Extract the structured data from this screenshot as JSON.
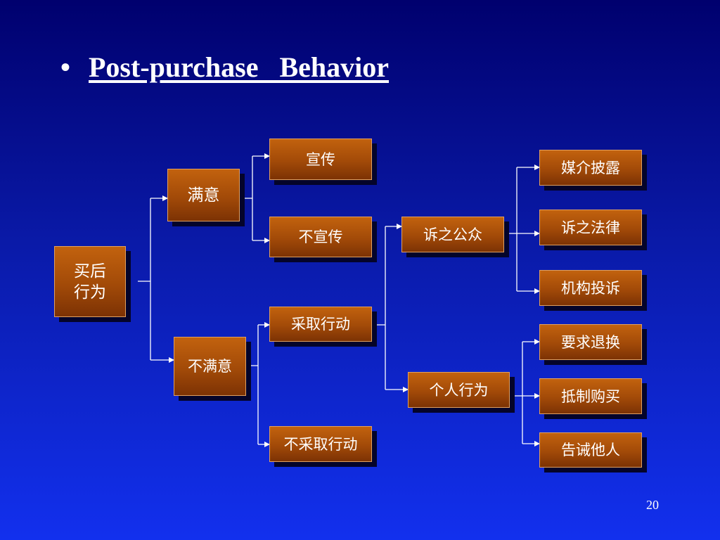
{
  "slide": {
    "bullet": "•",
    "title": "Post-purchase   Behavior",
    "page_number": "20"
  },
  "diagram": {
    "root": "买后\n行为",
    "satisfied": "满意",
    "dissatisfied": "不满意",
    "publicize": "宣传",
    "not_publicize": "不宣传",
    "take_action": "采取行动",
    "no_action": "不采取行动",
    "public_appeal": "诉之公众",
    "personal_action": "个人行为",
    "media_exposure": "媒介披露",
    "legal_appeal": "诉之法律",
    "agency_complaint": "机构投诉",
    "demand_return": "要求退换",
    "boycott": "抵制购买",
    "warn_others": "告诫他人"
  },
  "colors": {
    "background": "#0a1aa8",
    "node_fill": "#a24a08",
    "node_shadow": "#04042a",
    "connector": "#ffffff",
    "text": "#ffffff"
  }
}
